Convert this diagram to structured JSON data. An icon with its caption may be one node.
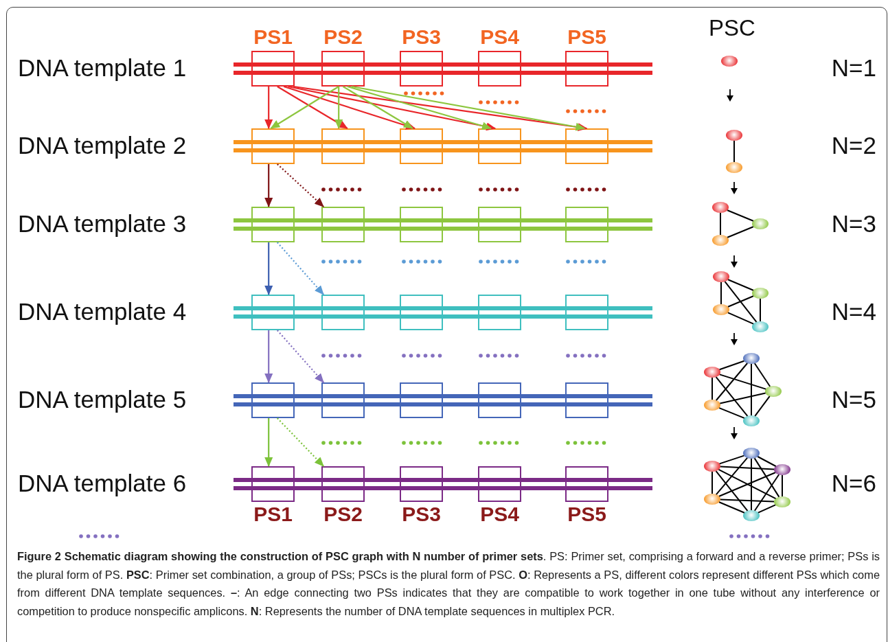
{
  "diagram": {
    "caption": "**Figure 2 Schematic diagram showing the construction of PSC graph with N number of primer sets**. PS: Primer set, comprising a forward and a reverse primer; PSs is the plural form of PS. **PSC**: Primer set combination, a group of PSs; PSCs is the plural form of PSC. **O**: Represents a PS, different colors represent different PSs which come from different DNA template sequences. **–**: An edge connecting two PSs indicates that they are compatible to work together in one tube without any interference or competition to produce nonspecific amplicons. **N**: Represents the number of DNA template sequences in multiplex PCR.",
    "nodes": [
      {
        "text": [
          "PS1"
        ]
      },
      {
        "text": [
          "PS2"
        ]
      },
      {
        "text": [
          "PS3"
        ]
      },
      {
        "text": [
          "PS4"
        ]
      },
      {
        "text": [
          "PS5"
        ]
      },
      {
        "text": [],
        "shape": "box"
      },
      {
        "text": [],
        "shape": "box"
      },
      {
        "text": [],
        "shape": "box"
      },
      {
        "text": [],
        "shape": "box"
      },
      {
        "text": [],
        "shape": "box"
      },
      {
        "text": [],
        "shape": "box"
      },
      {
        "text": [],
        "shape": "box"
      },
      {
        "text": [],
        "shape": "box"
      },
      {
        "text": [],
        "shape": "box"
      },
      {
        "text": [],
        "shape": "box"
      },
      {
        "text": [],
        "shape": "box"
      },
      {
        "text": [],
        "shape": "box"
      },
      {
        "text": [],
        "shape": "box"
      },
      {
        "text": [],
        "shape": "box"
      },
      {
        "text": [],
        "shape": "box"
      },
      {
        "text": [],
        "shape": "box"
      },
      {
        "text": [],
        "shape": "box"
      },
      {
        "text": [],
        "shape": "box"
      },
      {
        "text": [],
        "shape": "box"
      },
      {
        "text": [],
        "shape": "box"
      },
      {
        "text": [
          "PS1"
        ]
      },
      {
        "text": [
          "PS2"
        ]
      },
      {
        "text": [
          "PS3"
        ]
      },
      {
        "text": [
          "PS4"
        ]
      },
      {
        "text": [
          "PS5"
        ]
      },
      {
        "text": [],
        "shape": "ellipse"
      },
      {
        "text": [],
        "shape": "ellipse"
      },
      {
        "text": [],
        "shape": "ellipse"
      },
      {
        "text": [],
        "shape": "ellipse"
      },
      {
        "text": [],
        "shape": "ellipse"
      },
      {
        "text": [],
        "shape": "ellipse"
      },
      {
        "text": [],
        "shape": "ellipse"
      },
      {
        "text": [],
        "shape": "ellipse"
      },
      {
        "text": [],
        "shape": "ellipse"
      },
      {
        "text": [],
        "shape": "ellipse"
      },
      {
        "text": [],
        "shape": "ellipse"
      },
      {
        "text": [],
        "shape": "ellipse"
      },
      {
        "text": [],
        "shape": "ellipse"
      },
      {
        "text": [],
        "shape": "ellipse"
      },
      {
        "text": [],
        "shape": "ellipse"
      },
      {
        "text": [],
        "shape": "ellipse"
      },
      {
        "text": [],
        "shape": "ellipse"
      },
      {
        "text": [],
        "shape": "ellipse"
      },
      {
        "text": [],
        "shape": "ellipse"
      },
      {
        "text": [],
        "shape": "ellipse"
      },
      {
        "text": [],
        "shape": "ellipse"
      }
    ],
    "edges": [
      {
        "from": 0,
        "to": 5,
        "arrow": "to",
        "color": "#e8262a"
      },
      {
        "from": 0,
        "to": 6,
        "arrow": "to",
        "color": "#e8262a"
      },
      {
        "from": 0,
        "to": 7,
        "arrow": "to",
        "color": "#e8262a"
      },
      {
        "from": 0,
        "to": 8,
        "arrow": "to",
        "color": "#e8262a"
      },
      {
        "from": 0,
        "to": 9,
        "arrow": "to",
        "color": "#e8262a"
      },
      {
        "from": 1,
        "to": 5,
        "arrow": "to",
        "color": "#8dc63f"
      },
      {
        "from": 1,
        "to": 6,
        "arrow": "to",
        "color": "#8dc63f"
      },
      {
        "from": 1,
        "to": 7,
        "arrow": "to",
        "color": "#8dc63f"
      },
      {
        "from": 1,
        "to": 8,
        "arrow": "to",
        "color": "#8dc63f"
      },
      {
        "from": 1,
        "to": 9,
        "arrow": "to",
        "color": "#8dc63f"
      },
      {
        "from": 5,
        "to": 10,
        "arrow": "to",
        "color": "#7f1416"
      },
      {
        "from": 5,
        "to": 11,
        "arrow": "to",
        "style": "dashed",
        "color": "#7f1416"
      },
      {
        "from": 10,
        "to": 15,
        "arrow": "to",
        "color": "#3d5fb0"
      },
      {
        "from": 10,
        "to": 16,
        "arrow": "to",
        "style": "dashed",
        "color": "#5b9bd5"
      },
      {
        "from": 15,
        "to": 20,
        "arrow": "to",
        "color": "#8470c0"
      },
      {
        "from": 15,
        "to": 21,
        "arrow": "to",
        "style": "dashed",
        "color": "#8470c0"
      },
      {
        "from": 20,
        "to": 25,
        "arrow": "to",
        "color": "#7cc23a"
      },
      {
        "from": 20,
        "to": 26,
        "arrow": "to",
        "style": "dashed",
        "color": "#7cc23a"
      },
      {
        "from": 31,
        "to": 32,
        "arrow": "none"
      },
      {
        "from": 33,
        "to": 34,
        "arrow": "none"
      },
      {
        "from": 33,
        "to": 35,
        "arrow": "none"
      },
      {
        "from": 34,
        "to": 35,
        "arrow": "none"
      },
      {
        "from": 36,
        "to": 37,
        "arrow": "none"
      },
      {
        "from": 36,
        "to": 38,
        "arrow": "none"
      },
      {
        "from": 36,
        "to": 39,
        "arrow": "none"
      },
      {
        "from": 37,
        "to": 38,
        "arrow": "none"
      },
      {
        "from": 37,
        "to": 39,
        "arrow": "none"
      },
      {
        "from": 38,
        "to": 39,
        "arrow": "none"
      },
      {
        "from": 40,
        "to": 41,
        "arrow": "none"
      },
      {
        "from": 40,
        "to": 42,
        "arrow": "none"
      },
      {
        "from": 40,
        "to": 43,
        "arrow": "none"
      },
      {
        "from": 40,
        "to": 44,
        "arrow": "none"
      },
      {
        "from": 41,
        "to": 42,
        "arrow": "none"
      },
      {
        "from": 41,
        "to": 43,
        "arrow": "none"
      },
      {
        "from": 41,
        "to": 44,
        "arrow": "none"
      },
      {
        "from": 42,
        "to": 43,
        "arrow": "none"
      },
      {
        "from": 42,
        "to": 44,
        "arrow": "none"
      },
      {
        "from": 43,
        "to": 44,
        "arrow": "none"
      },
      {
        "from": 45,
        "to": 46,
        "arrow": "none"
      },
      {
        "from": 45,
        "to": 47,
        "arrow": "none"
      },
      {
        "from": 45,
        "to": 48,
        "arrow": "none"
      },
      {
        "from": 45,
        "to": 49,
        "arrow": "none"
      },
      {
        "from": 45,
        "to": 50,
        "arrow": "none"
      },
      {
        "from": 46,
        "to": 47,
        "arrow": "none"
      },
      {
        "from": 46,
        "to": 48,
        "arrow": "none"
      },
      {
        "from": 46,
        "to": 49,
        "arrow": "none"
      },
      {
        "from": 46,
        "to": 50,
        "arrow": "none"
      },
      {
        "from": 47,
        "to": 48,
        "arrow": "none"
      },
      {
        "from": 47,
        "to": 49,
        "arrow": "none"
      },
      {
        "from": 47,
        "to": 50,
        "arrow": "none"
      },
      {
        "from": 48,
        "to": 49,
        "arrow": "none"
      },
      {
        "from": 48,
        "to": 50,
        "arrow": "none"
      },
      {
        "from": 49,
        "to": 50,
        "arrow": "none"
      }
    ],
    "labels": [
      "PSC",
      "DNA template 1",
      "N=1",
      "DNA template 2",
      "N=2",
      "DNA template 3",
      "N=3",
      "DNA template 4",
      "N=4",
      "DNA template 5",
      "N=5",
      "DNA template 6",
      "N=6"
    ]
  }
}
